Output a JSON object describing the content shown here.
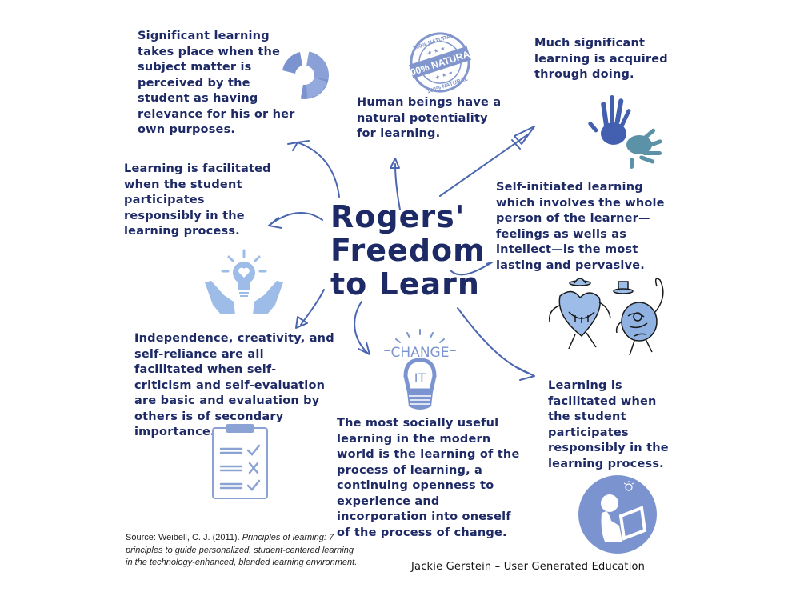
{
  "title": "Rogers'\nFreedom\nto Learn",
  "principles": [
    {
      "id": "relevance",
      "text": "Significant learning\ntakes place when the\nsubject matter is\nperceived by the\nstudent as having\nrelevance for his or her\nown purposes.",
      "icon": "cycle-arrows-icon"
    },
    {
      "id": "natural-potentiality",
      "text": "Human beings have a\nnatural potentiality\nfor learning.",
      "icon": "100-percent-natural-stamp-icon",
      "stamp_text": "100% NATURAL"
    },
    {
      "id": "doing",
      "text": "Much significant\nlearning is acquired\nthrough doing.",
      "icon": "handprints-icon"
    },
    {
      "id": "participation-left",
      "text": "Learning is facilitated\nwhen the student\nparticipates\nresponsibly in the\nlearning process.",
      "icon": "hands-lightbulb-heart-icon"
    },
    {
      "id": "self-initiated",
      "text": "Self-initiated learning\nwhich involves the whole\nperson of the learner—\nfeelings as wells as\nintellect—is the most\nlasting and pervasive.",
      "icon": "heart-and-brain-characters-icon"
    },
    {
      "id": "independence",
      "text": "Independence, creativity, and\nself-reliance are all\nfacilitated when self-\ncriticism and self-evaluation\nare basic and evaluation by\nothers is of secondary\nimportance.",
      "icon": "checklist-clipboard-icon"
    },
    {
      "id": "change",
      "text": "The most socially useful\nlearning in the modern\nworld is the learning of the\nprocess of learning, a\ncontinuing openness to\nexperience and\nincorporation into oneself\nof the process of change.",
      "icon": "change-it-lightbulb-icon",
      "icon_text": {
        "top": "CHANGE",
        "bulb": "IT"
      }
    },
    {
      "id": "participation-right",
      "text": "Learning is\nfacilitated when\nthe student\nparticipates\nresponsibly in the\nlearning process.",
      "icon": "student-laptop-icon"
    }
  ],
  "source": {
    "prefix": "Source: Weibell, C. J. (2011). ",
    "italic": "Principles of learning: 7 principles to guide personalized, student-centered learning in the technology-enhanced, blended learning environment."
  },
  "credit": "Jackie Gerstein – User Generated Education",
  "colors": {
    "text": "#1e2a66",
    "arrow": "#4a66b0",
    "icon_fill": "#7b94d0",
    "icon_light": "#9dbde8"
  }
}
